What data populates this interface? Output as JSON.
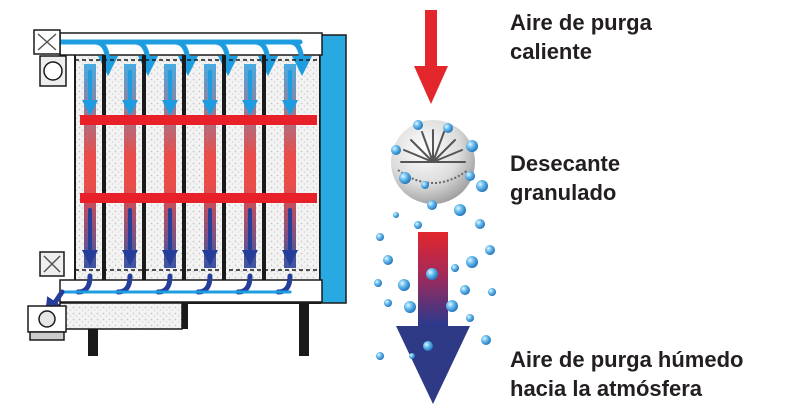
{
  "labels": {
    "hot_purge_air": [
      "Aire de purga",
      "caliente"
    ],
    "desiccant": [
      "Desecante",
      "granulado"
    ],
    "wet_purge_air": [
      "Aire de purga húmedo",
      "hacia la atmósfera"
    ]
  },
  "colors": {
    "flow_blue": "#1e9ce0",
    "flow_dark_blue": "#243e9a",
    "heat_red": "#e8202a",
    "frame": "#1a1a1a",
    "side_panel": "#29a9e1",
    "text": "#231f20"
  },
  "icons": {
    "top_valve": "valve-icon",
    "bottom_valve": "valve-icon",
    "desiccant_granule": "desiccant-granule-icon"
  }
}
